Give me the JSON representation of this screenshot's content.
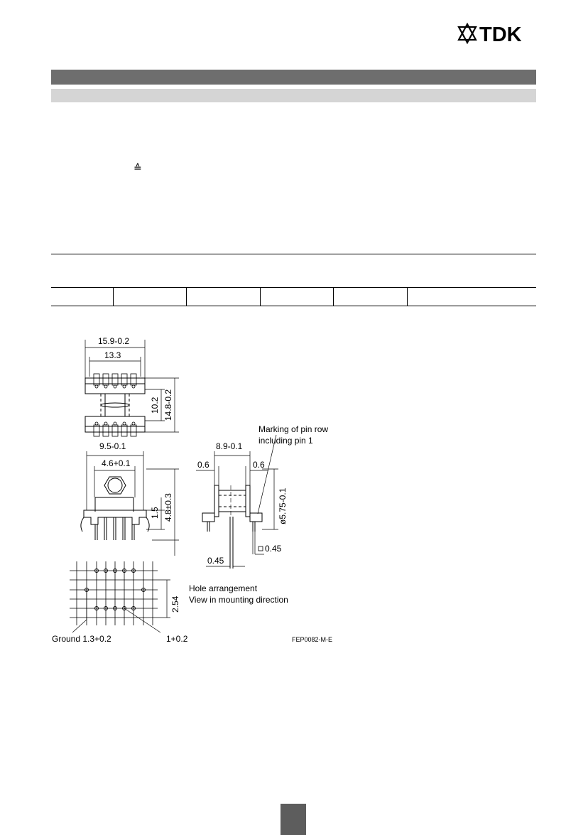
{
  "header": {
    "brand": "TDK",
    "symbol": "≙"
  },
  "drawing": {
    "id": "FEP0082-M-E",
    "dims": {
      "w_outer": "15.9-0.2",
      "w_inner": "13.3",
      "h_inner": "10.2",
      "h_outer": "14.8-0.2",
      "w_front": "9.5-0.1",
      "w_front_inner": "4.6+0.1",
      "h_pin": "1.5",
      "h_total": "4.8±0.3",
      "w_side": "8.9-0.1",
      "flange_left": "0.6",
      "flange_right": "0.6",
      "dia": "ø5.75-0.1",
      "pin_sq": "0.45",
      "pin_gap": "0.45",
      "pitch": "2.54"
    },
    "labels": {
      "marking_1": "Marking of pin row",
      "marking_2": "including pin 1",
      "hole_1": "Hole arrangement",
      "hole_2": "View in mounting direction",
      "ground": "Ground 1.3+0.2",
      "pin_hole": "1+0.2"
    }
  },
  "colors": {
    "header_bar": "#6e6e6e",
    "subheader_bar": "#d5d5d5",
    "page_tab": "#5d5d5d"
  }
}
